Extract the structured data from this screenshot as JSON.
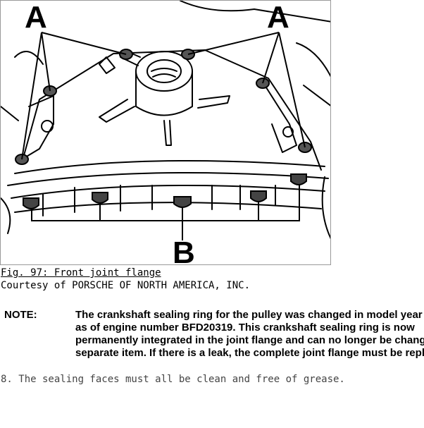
{
  "figure": {
    "callout_a": "A",
    "callout_b": "B"
  },
  "caption": "Fig. 97: Front joint flange",
  "courtesy": "Courtesy of PORSCHE OF NORTH AMERICA, INC.",
  "note": {
    "label": "NOTE:",
    "lines": [
      "The crankshaft sealing ring for the pulley was changed in model year",
      "as of engine number BFD20319. This crankshaft sealing ring is now",
      "permanently integrated in the joint flange and can no longer be changed as a",
      "separate item. If there is a leak, the complete joint flange must be replaced."
    ]
  },
  "step": "8. The sealing faces must all be clean and free of grease."
}
